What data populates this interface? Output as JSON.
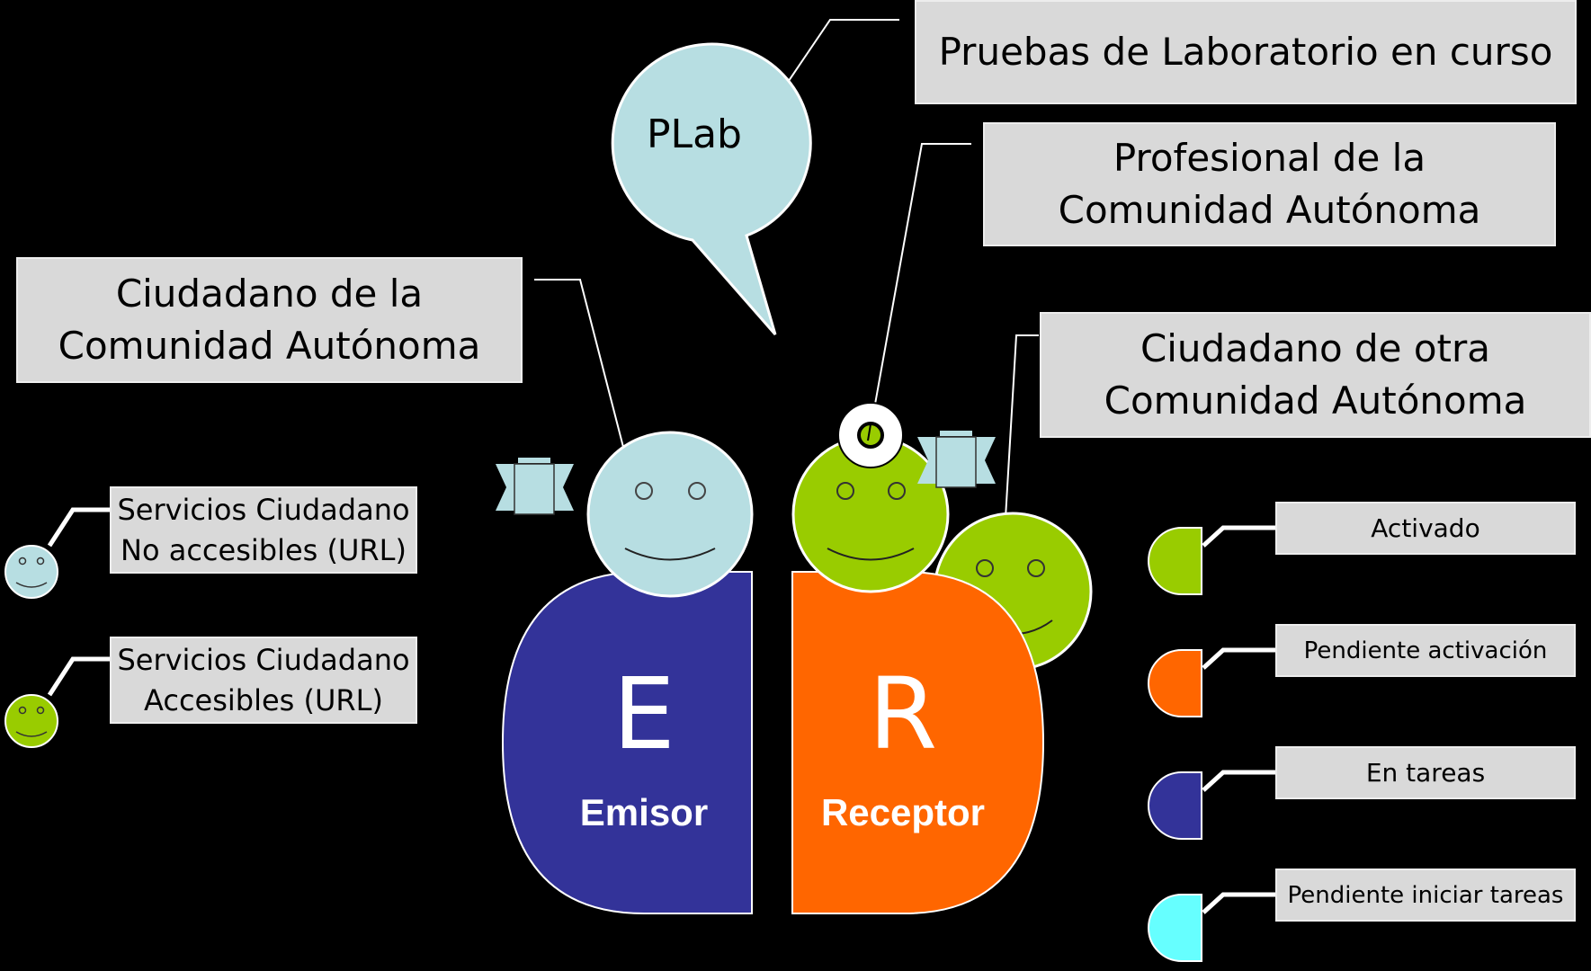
{
  "labels": {
    "plab_bubble": "PLab",
    "lab_tests": "Pruebas de Laboratorio en curso",
    "professional": "Profesional de la\nComunidad Autónoma",
    "citizen_ca": "Ciudadano de la\nComunidad Autónoma",
    "citizen_other": "Ciudadano de otra\nComunidad Autónoma",
    "services_not_accessible": "Servicios Ciudadano\nNo accesibles (URL)",
    "services_accessible": "Servicios Ciudadano\nAccesibles (URL)"
  },
  "emisor": {
    "letter": "E",
    "label": "Emisor",
    "color": "#333399"
  },
  "receptor": {
    "letter": "R",
    "label": "Receptor",
    "color": "#ff6600"
  },
  "legend": [
    {
      "label": "Activado",
      "color": "#99cc00"
    },
    {
      "label": "Pendiente activación",
      "color": "#ff6600"
    },
    {
      "label": "En tareas",
      "color": "#333399"
    },
    {
      "label": "Pendiente iniciar tareas",
      "color": "#66ffff"
    }
  ],
  "colors": {
    "light_blue": "#b7dee2",
    "green": "#99cc00",
    "background": "#000000",
    "label_box": "#d9d9d9"
  }
}
